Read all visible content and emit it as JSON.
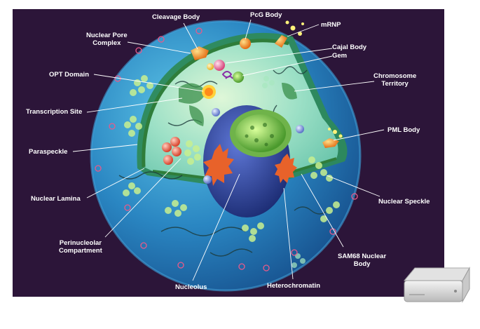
{
  "labels": {
    "cleavage_body": "Cleavage Body",
    "pcg_body": "PcG Body",
    "mrnp": "mRNP",
    "nuclear_pore_complex": [
      "Nuclear Pore",
      "Complex"
    ],
    "cajal_body": "Cajal Body",
    "gem": "Gem",
    "opt_domain": "OPT Domain",
    "chromosome_territory": [
      "Chromosome",
      "Territory"
    ],
    "transcription_site": "Transcription Site",
    "pml_body": "PML Body",
    "paraspeckle": "Paraspeckle",
    "nuclear_lamina": "Nuclear Lamina",
    "nuclear_speckle": "Nuclear Speckle",
    "perinucleolar_compartment": [
      "Perinucleolar",
      "Compartment"
    ],
    "sam68_nuclear_body": [
      "SAM68 Nuclear",
      "Body"
    ],
    "nucleolus": "Nucleolus",
    "heterochromatin": "Heterochromatin"
  },
  "colors": {
    "background": "#2c1539",
    "outer_sphere": "#1f6fae",
    "nucleoplasm": "#8fe0c8",
    "inner_wall": "#4fb27a",
    "nucleolus": "#243a8f",
    "leader_lines": "#ffffff"
  },
  "icons": [
    "mac-mini-icon"
  ]
}
